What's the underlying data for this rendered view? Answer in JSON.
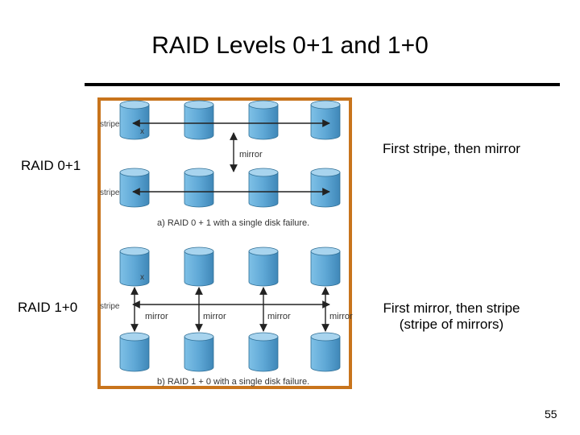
{
  "slide": {
    "title": "RAID Levels 0+1 and 1+0",
    "page_number": "55"
  },
  "labels": {
    "raid01": "RAID 0+1",
    "raid10": "RAID 1+0"
  },
  "notes": {
    "raid01_desc": "First stripe, then mirror",
    "raid10_line1": "First mirror, then stripe",
    "raid10_line2": "(stripe of mirrors)"
  },
  "figure": {
    "stripe": "stripe",
    "mirror": "mirror",
    "failure_mark": "x",
    "caption_a": "a) RAID 0 + 1 with a single disk failure.",
    "caption_b": "b) RAID 1 + 0 with a single disk failure.",
    "colors": {
      "frame": "#c8741c",
      "disk_body": "#5fa8d6",
      "disk_top": "#a8d4ee",
      "disk_edge": "#2f6f96",
      "arrow": "#222222"
    }
  }
}
